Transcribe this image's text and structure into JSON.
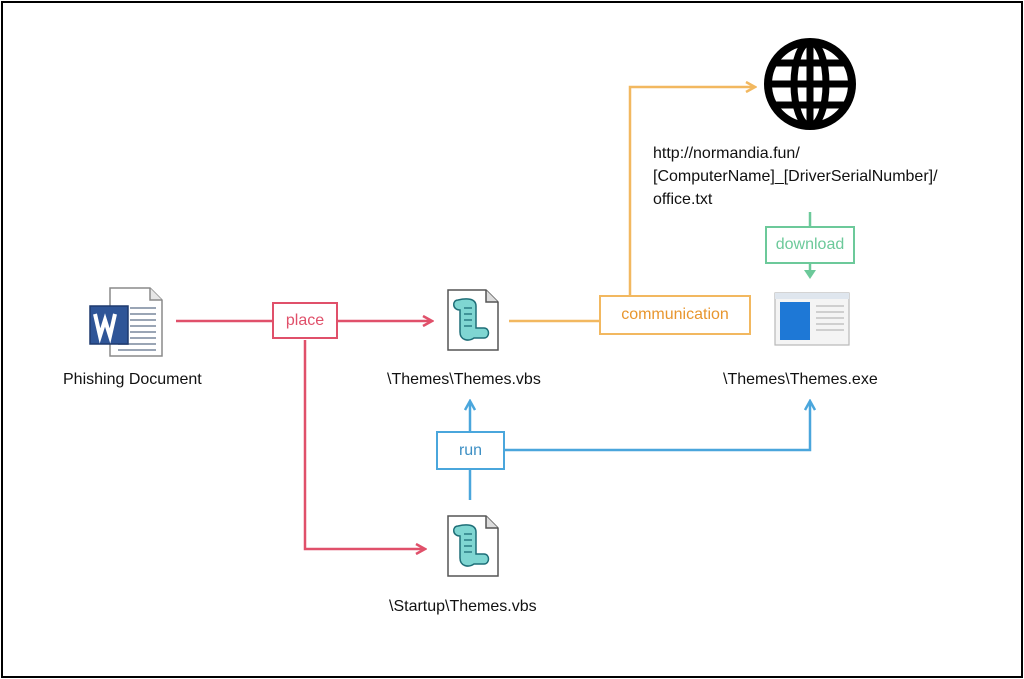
{
  "nodes": {
    "phishing_doc": {
      "label": "Phishing Document",
      "icon": "word-document-icon"
    },
    "themes_vbs": {
      "label": "\\Themes\\Themes.vbs",
      "icon": "vbs-script-icon"
    },
    "startup_vbs": {
      "label": "\\Startup\\Themes.vbs",
      "icon": "vbs-script-icon"
    },
    "themes_exe": {
      "label": "\\Themes\\Themes.exe",
      "icon": "exe-window-icon"
    },
    "server": {
      "icon": "globe-icon",
      "url_lines": [
        "http://normandia.fun/",
        "[ComputerName]_[DriverSerialNumber]/",
        "office.txt"
      ]
    }
  },
  "edges": {
    "place": {
      "label": "place",
      "color": "#e0506a"
    },
    "communication": {
      "label": "communication",
      "color": "#f2b860"
    },
    "download": {
      "label": "download",
      "color": "#6cc99a"
    },
    "run": {
      "label": "run",
      "color": "#4aa6dc"
    }
  }
}
